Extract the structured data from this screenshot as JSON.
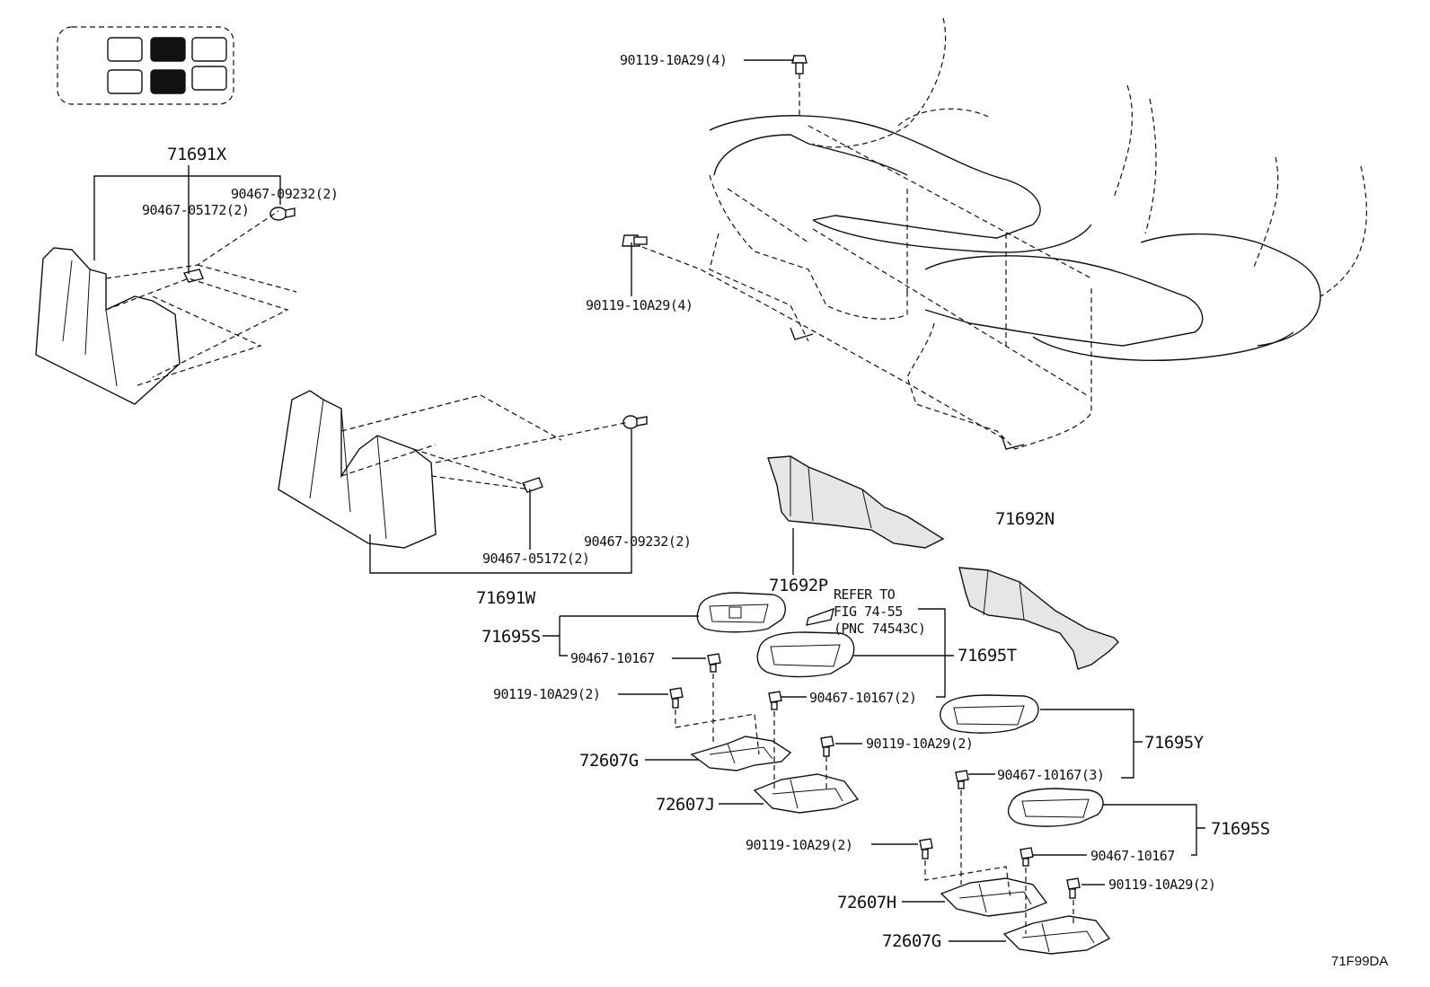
{
  "labels": {
    "p71691X": "71691X",
    "p90467_09232_a": "90467-09232(2)",
    "p90467_05172_a": "90467-05172(2)",
    "p90467_09232_b": "90467-09232(2)",
    "p90467_05172_b": "90467-05172(2)",
    "p71691W": "71691W",
    "p90119_top": "90119-10A29(4)",
    "p90119_mid": "90119-10A29(4)",
    "p71692P": "71692P",
    "p71692N": "71692N",
    "refer1": "REFER TO",
    "refer2": "FIG 74-55",
    "refer3": "(PNC 74543C)",
    "p71695S_a": "71695S",
    "p71695T": "71695T",
    "p90467_10167_a": "90467-10167",
    "p90119_2a": "90119-10A29(2)",
    "p90467_10167_2": "90467-10167(2)",
    "p71695Y": "71695Y",
    "p90119_2b": "90119-10A29(2)",
    "p90467_10167_3": "90467-10167(3)",
    "p72607G_a": "72607G",
    "p72607J": "72607J",
    "p71695S_b": "71695S",
    "p90119_2c": "90119-10A29(2)",
    "p90467_10167_b": "90467-10167",
    "p72607H": "72607H",
    "p90119_2d": "90119-10A29(2)",
    "p72607G_b": "72607G",
    "figure_code": "71F99DA"
  }
}
